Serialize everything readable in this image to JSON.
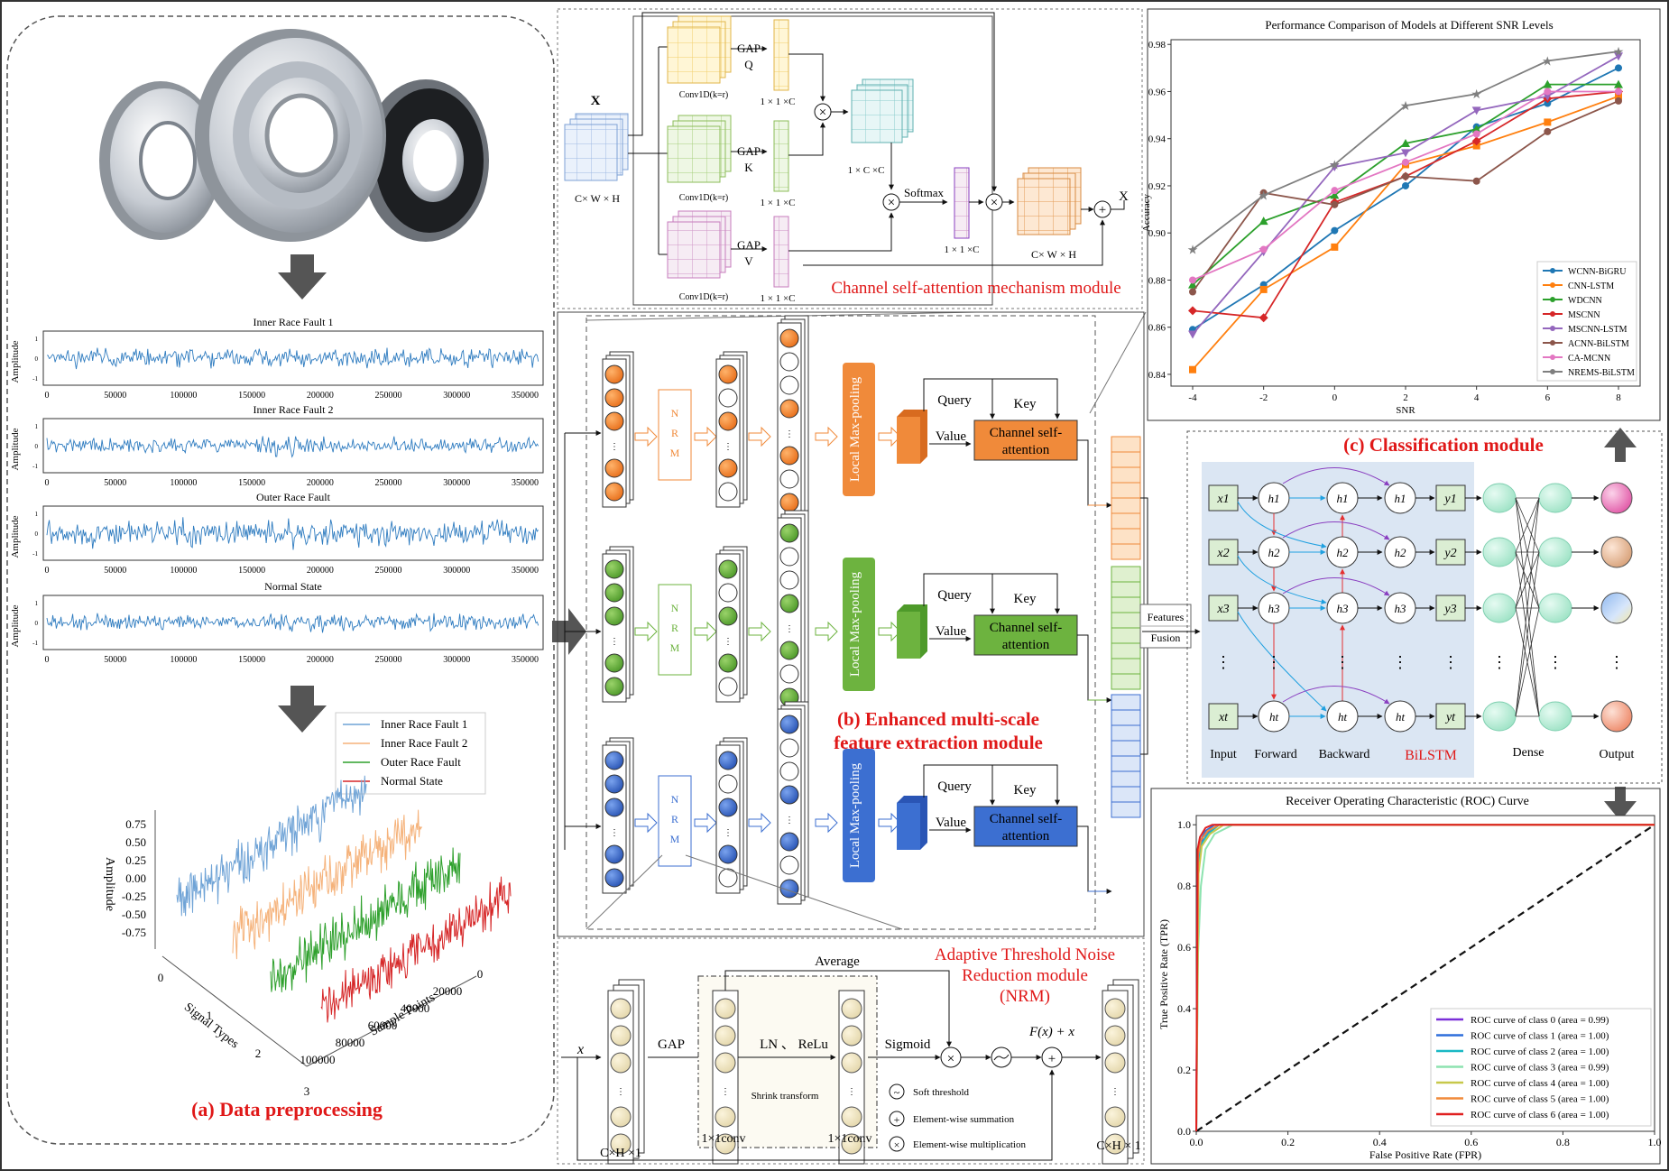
{
  "panels": {
    "preprocessing_label": "(a) Data preprocessing",
    "multiscale_label_line1": "(b) Enhanced multi-scale",
    "multiscale_label_line2": "feature extraction module",
    "classification_label": "(c) Classification module",
    "csa_label": "Channel self-attention mechanism module",
    "nrm_label_line1": "Adaptive Threshold Noise",
    "nrm_label_line2": "Reduction module",
    "nrm_label_line3": "(NRM)"
  },
  "signals": {
    "ylabel": "Amplitude",
    "ticks": [
      "0",
      "50000",
      "100000",
      "150000",
      "200000",
      "250000",
      "300000",
      "350000"
    ],
    "yticks": [
      "1",
      "0",
      "-1"
    ],
    "titles": [
      "Inner Race Fault 1",
      "Inner Race Fault 2",
      "Outer Race Fault",
      "Normal State"
    ]
  },
  "plot3d": {
    "legend": [
      "Inner Race Fault 1",
      "Inner Race Fault 2",
      "Outer Race Fault",
      "Normal State"
    ],
    "colors": [
      "#6fa3d6",
      "#f5b27a",
      "#2ea02c",
      "#d62728"
    ],
    "zlabel": "Amplitude",
    "zticks": [
      "0.75",
      "0.50",
      "0.25",
      "0.00",
      "-0.25",
      "-0.50",
      "-0.75"
    ],
    "xlabel": "Signal Types",
    "xticks": [
      "0",
      "1",
      "2",
      "3"
    ],
    "ylabel": "Sample Points",
    "yticks": [
      "0",
      "20000",
      "40000",
      "60000",
      "80000",
      "100000"
    ]
  },
  "csa": {
    "x_label": "X",
    "x_dims": "C× W × H",
    "conv": "Conv1D(k=r)",
    "gap_q": "GAP",
    "q": "Q",
    "k": "K",
    "v": "V",
    "vec": "1 × 1 ×C",
    "mat": "1 × C ×C",
    "softmax": "Softmax",
    "out_dims": "C× W × H",
    "out_x": "X",
    "times": "⊗",
    "plus": "⊕"
  },
  "multiscale": {
    "nrm": [
      "N",
      "R",
      "M"
    ],
    "pool": "Local Max-pooling",
    "query": "Query",
    "key": "Key",
    "value": "Value",
    "csa_line1": "Channel self-",
    "csa_line2": "attention",
    "features": "Features",
    "fusion": "Fusion",
    "row_colors": [
      "#f08a3a",
      "#6db33f",
      "#3c6fd1"
    ],
    "row_dark": [
      "#d86b1f",
      "#4e9a2a",
      "#2a55b5"
    ]
  },
  "bilstm": {
    "inputs": [
      "x1",
      "x2",
      "x3",
      "xt"
    ],
    "outputs": [
      "y1",
      "y2",
      "y3",
      "yt"
    ],
    "col_labels": [
      "Input",
      "Forward",
      "Backward"
    ],
    "bilstm_label": "BiLSTM",
    "dense": "Dense",
    "output": "Output",
    "dots": "⋮"
  },
  "nrm_block": {
    "x": "x",
    "gap": "GAP",
    "ln_relu": "LN 、 ReLu",
    "shrink": "Shrink transform",
    "average": "Average",
    "sigmoid": "Sigmoid",
    "fx": "F(x) + x",
    "conv_a": "1×1conv",
    "conv_b": "1×1conv",
    "in_dims": "C×H ×1",
    "out_dims": "C×H × 1",
    "legend": [
      "Soft threshold",
      "Element-wise summation",
      "Element-wise multiplication"
    ]
  },
  "snr_chart": {
    "title": "Performance Comparison of Models at Different SNR Levels"
  },
  "roc_chart": {
    "title": "Receiver Operating Characteristic (ROC) Curve"
  },
  "chart_data": [
    {
      "type": "line",
      "title": "Performance Comparison of Models at Different SNR Levels",
      "xlabel": "SNR",
      "ylabel": "Accuracy",
      "x": [
        -4,
        -2,
        0,
        2,
        4,
        6,
        8
      ],
      "xticks": [
        "-4",
        "-2",
        "0",
        "2",
        "4",
        "6",
        "8"
      ],
      "yticks": [
        "0.84",
        "0.86",
        "0.88",
        "0.90",
        "0.92",
        "0.94",
        "0.96",
        "0.98"
      ],
      "ylim": [
        0.835,
        0.982
      ],
      "legend_position": "lower-right",
      "series": [
        {
          "name": "WCNN-BiGRU",
          "color": "#1f77b4",
          "marker": "o",
          "values": [
            0.859,
            0.878,
            0.901,
            0.92,
            0.945,
            0.955,
            0.97
          ]
        },
        {
          "name": "CNN-LSTM",
          "color": "#ff7f0e",
          "marker": "s",
          "values": [
            0.842,
            0.876,
            0.894,
            0.929,
            0.937,
            0.947,
            0.958
          ]
        },
        {
          "name": "WDCNN",
          "color": "#2ca02c",
          "marker": "^",
          "values": [
            0.878,
            0.905,
            0.916,
            0.938,
            0.944,
            0.963,
            0.963
          ]
        },
        {
          "name": "MSCNN",
          "color": "#d62728",
          "marker": "D",
          "values": [
            0.867,
            0.864,
            0.913,
            0.924,
            0.939,
            0.957,
            0.96
          ]
        },
        {
          "name": "MSCNN-LSTM",
          "color": "#9467bd",
          "marker": "v",
          "values": [
            0.857,
            0.892,
            0.928,
            0.934,
            0.952,
            0.958,
            0.975
          ]
        },
        {
          "name": "ACNN-BiLSTM",
          "color": "#8c564b",
          "marker": "o",
          "values": [
            0.875,
            0.917,
            0.912,
            0.924,
            0.922,
            0.943,
            0.956
          ]
        },
        {
          "name": "CA-MCNN",
          "color": "#e377c2",
          "marker": "o",
          "values": [
            0.88,
            0.893,
            0.918,
            0.93,
            0.942,
            0.96,
            0.96
          ]
        },
        {
          "name": "NREMS-BiLSTM",
          "color": "#7f7f7f",
          "marker": "*",
          "values": [
            0.893,
            0.916,
            0.929,
            0.954,
            0.959,
            0.973,
            0.977
          ]
        }
      ]
    },
    {
      "type": "line",
      "title": "Receiver Operating Characteristic (ROC) Curve",
      "xlabel": "False Positive Rate (FPR)",
      "ylabel": "True Positive Rate (TPR)",
      "xticks": [
        "0.0",
        "0.2",
        "0.4",
        "0.6",
        "0.8",
        "1.0"
      ],
      "yticks": [
        "0.0",
        "0.2",
        "0.4",
        "0.6",
        "0.8",
        "1.0"
      ],
      "xlim": [
        0,
        1
      ],
      "ylim": [
        0,
        1.03
      ],
      "legend_position": "lower-right",
      "series": [
        {
          "name": "ROC curve of class 0 (area = 0.99)",
          "color": "#7a2fd8",
          "fpr": [
            0,
            0.003,
            0.008,
            0.015,
            0.03,
            0.05,
            1.0
          ],
          "tpr": [
            0,
            0.86,
            0.93,
            0.96,
            0.98,
            1.0,
            1.0
          ]
        },
        {
          "name": "ROC curve of class 1 (area = 1.00)",
          "color": "#2e6fdc",
          "fpr": [
            0,
            0.004,
            0.01,
            0.02,
            0.04,
            1.0
          ],
          "tpr": [
            0,
            0.9,
            0.95,
            0.98,
            1.0,
            1.0
          ]
        },
        {
          "name": "ROC curve of class 2 (area = 1.00)",
          "color": "#19b8c4",
          "fpr": [
            0,
            0.005,
            0.012,
            0.025,
            0.05,
            1.0
          ],
          "tpr": [
            0,
            0.88,
            0.94,
            0.97,
            1.0,
            1.0
          ]
        },
        {
          "name": "ROC curve of class 3 (area = 0.99)",
          "color": "#8de3b0",
          "fpr": [
            0,
            0.004,
            0.01,
            0.02,
            0.04,
            0.08,
            1.0
          ],
          "tpr": [
            0,
            0.58,
            0.8,
            0.92,
            0.97,
            1.0,
            1.0
          ]
        },
        {
          "name": "ROC curve of class 4 (area = 1.00)",
          "color": "#c7c84a",
          "fpr": [
            0,
            0.005,
            0.012,
            0.03,
            0.06,
            1.0
          ],
          "tpr": [
            0,
            0.84,
            0.93,
            0.97,
            1.0,
            1.0
          ]
        },
        {
          "name": "ROC curve of class 5 (area = 1.00)",
          "color": "#f08a3a",
          "fpr": [
            0,
            0.004,
            0.01,
            0.025,
            0.05,
            1.0
          ],
          "tpr": [
            0,
            0.9,
            0.95,
            0.98,
            1.0,
            1.0
          ]
        },
        {
          "name": "ROC curve of class 6 (area = 1.00)",
          "color": "#e02020",
          "fpr": [
            0,
            0.003,
            0.008,
            0.02,
            0.035,
            1.0
          ],
          "tpr": [
            0,
            0.92,
            0.96,
            0.99,
            1.0,
            1.0
          ]
        }
      ]
    }
  ]
}
